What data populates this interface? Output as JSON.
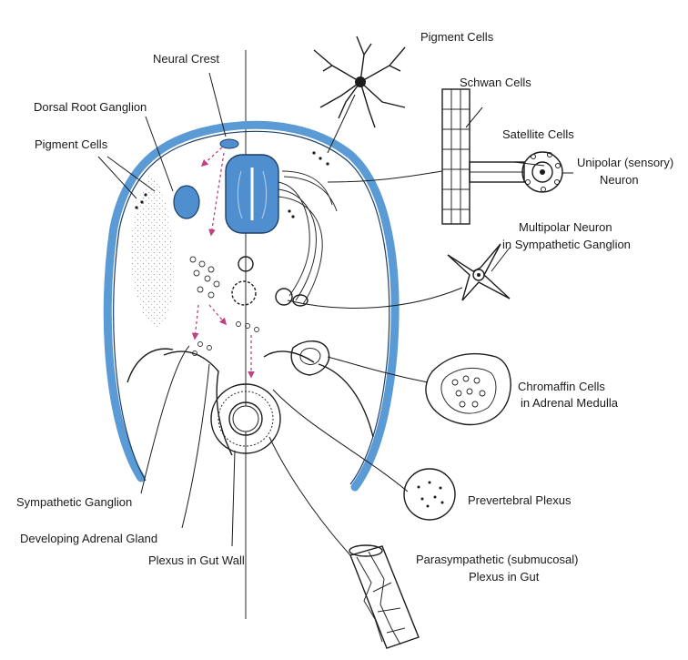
{
  "labels": {
    "pigment_cells_top": "Pigment Cells",
    "neural_crest": "Neural Crest",
    "schwan_cells": "Schwan Cells",
    "dorsal_root_ganglion": "Dorsal Root Ganglion",
    "satellite_cells": "Satellite Cells",
    "pigment_cells_left": "Pigment Cells",
    "unipolar_line1": "Unipolar (sensory)",
    "unipolar_line2": "Neuron",
    "multipolar_line1": "Multipolar Neuron",
    "multipolar_line2": "in Sympathetic Ganglion",
    "chromaffin_line1": "Chromaffin Cells",
    "chromaffin_line2": "in Adrenal Medulla",
    "sympathetic_ganglion": "Sympathetic Ganglion",
    "prevertebral_plexus": "Prevertebral Plexus",
    "developing_adrenal": "Developing Adrenal Gland",
    "plexus_gut_wall": "Plexus in Gut Wall",
    "parasympathetic_line1": "Parasympathetic (submucosal)",
    "parasympathetic_line2": "Plexus in Gut"
  },
  "colors": {
    "body_wall": "#5a9bd6",
    "neural_tube": "#4f8fcf",
    "ganglion": "#4f8fcf",
    "migration_arrows": "#c04080",
    "line_art": "#1c1c1c"
  }
}
